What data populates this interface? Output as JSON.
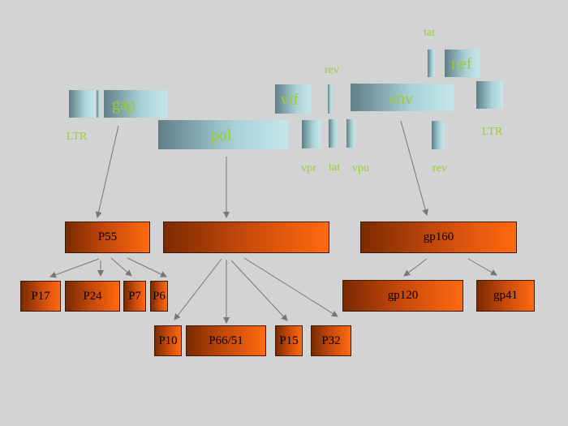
{
  "genes": {
    "gag": "gag",
    "pol": "pol",
    "vif": "vif",
    "env": "env",
    "nef": "nef",
    "ltr_left": "LTR",
    "ltr_right": "LTR",
    "rev_top": "rev",
    "tat_top": "tat",
    "vpr": "vpr",
    "tat_bottom": "tat",
    "vpu": "vpu",
    "rev_bottom": "rev"
  },
  "precursors": {
    "p55": "P55",
    "pol_precursor": "",
    "gp160": "gp160"
  },
  "products": {
    "p17": "P17",
    "p24": "P24",
    "p7": "P7",
    "p6": "P6",
    "p10": "P10",
    "p66_51": "P66/51",
    "p15": "P15",
    "p32": "P32",
    "gp120": "gp120",
    "gp41": "gp41"
  },
  "colors": {
    "background": "#d3d3d3",
    "gene_label": "#9acd32",
    "protein_dark": "#7a2a00",
    "protein_light": "#ff6a10",
    "arrow": "#777777"
  }
}
